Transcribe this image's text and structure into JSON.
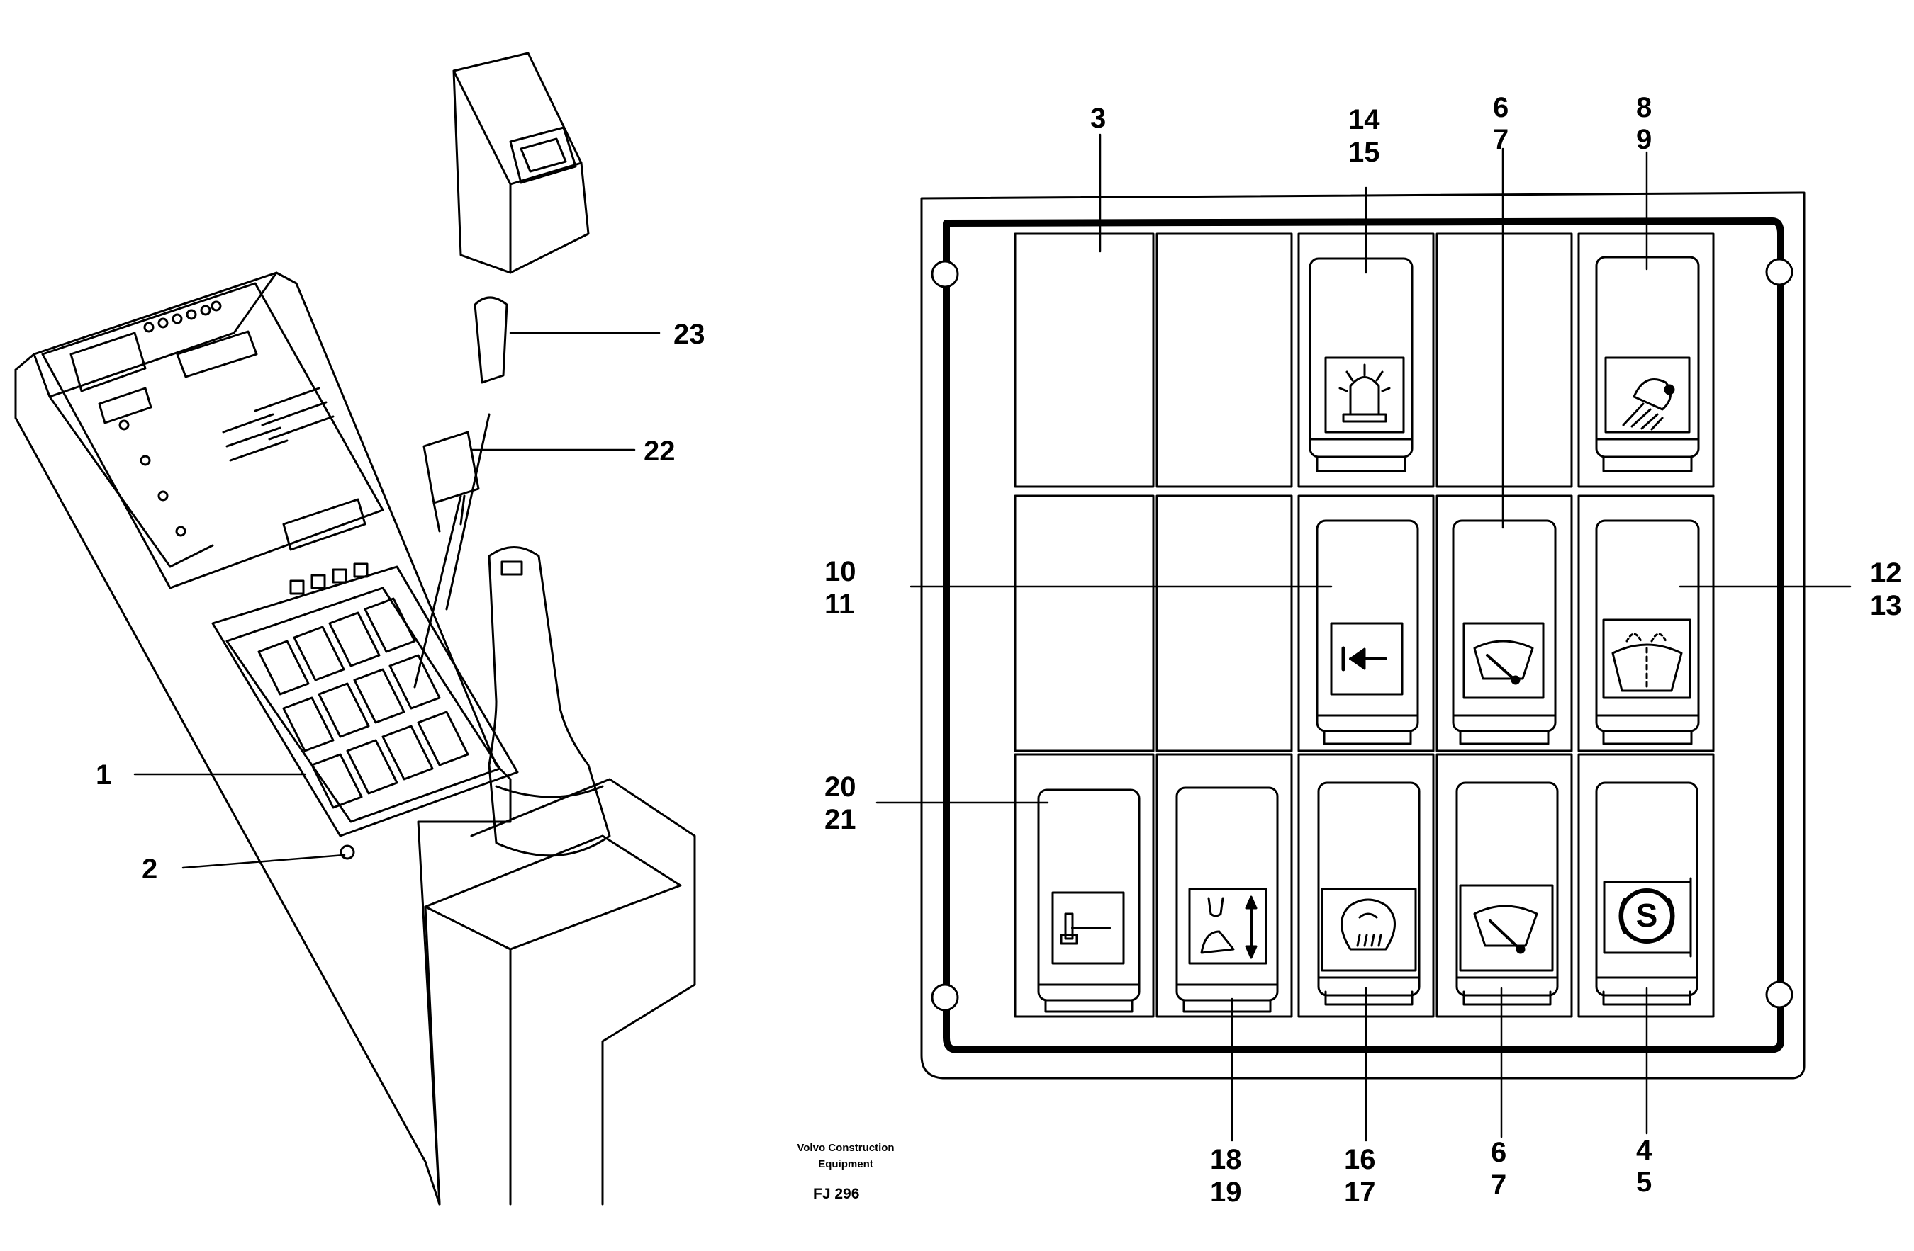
{
  "callouts": {
    "c1": "1",
    "c2": "2",
    "c3": "3",
    "c4": "4",
    "c5": "5",
    "c6a": "6",
    "c7a": "7",
    "c6b": "6",
    "c7b": "7",
    "c8": "8",
    "c9": "9",
    "c10": "10",
    "c11": "11",
    "c12": "12",
    "c13": "13",
    "c14": "14",
    "c15": "15",
    "c16": "16",
    "c17": "17",
    "c18": "18",
    "c19": "19",
    "c20": "20",
    "c21": "21",
    "c22": "22",
    "c23": "23"
  },
  "footer": {
    "company_line1": "Volvo Construction",
    "company_line2": "Equipment",
    "figure_code": "FJ 296"
  },
  "icons": {
    "row1": [
      "",
      "",
      "beacon-icon",
      "",
      "work-light-icon"
    ],
    "row2": [
      "",
      "",
      "arrow-left-icon",
      "front-wiper-icon",
      "rear-wiper-washer-icon"
    ],
    "row3": [
      "hammer-icon",
      "boom-float-icon",
      "heater-icon",
      "rear-wiper-icon",
      "parking-brake-icon"
    ]
  }
}
